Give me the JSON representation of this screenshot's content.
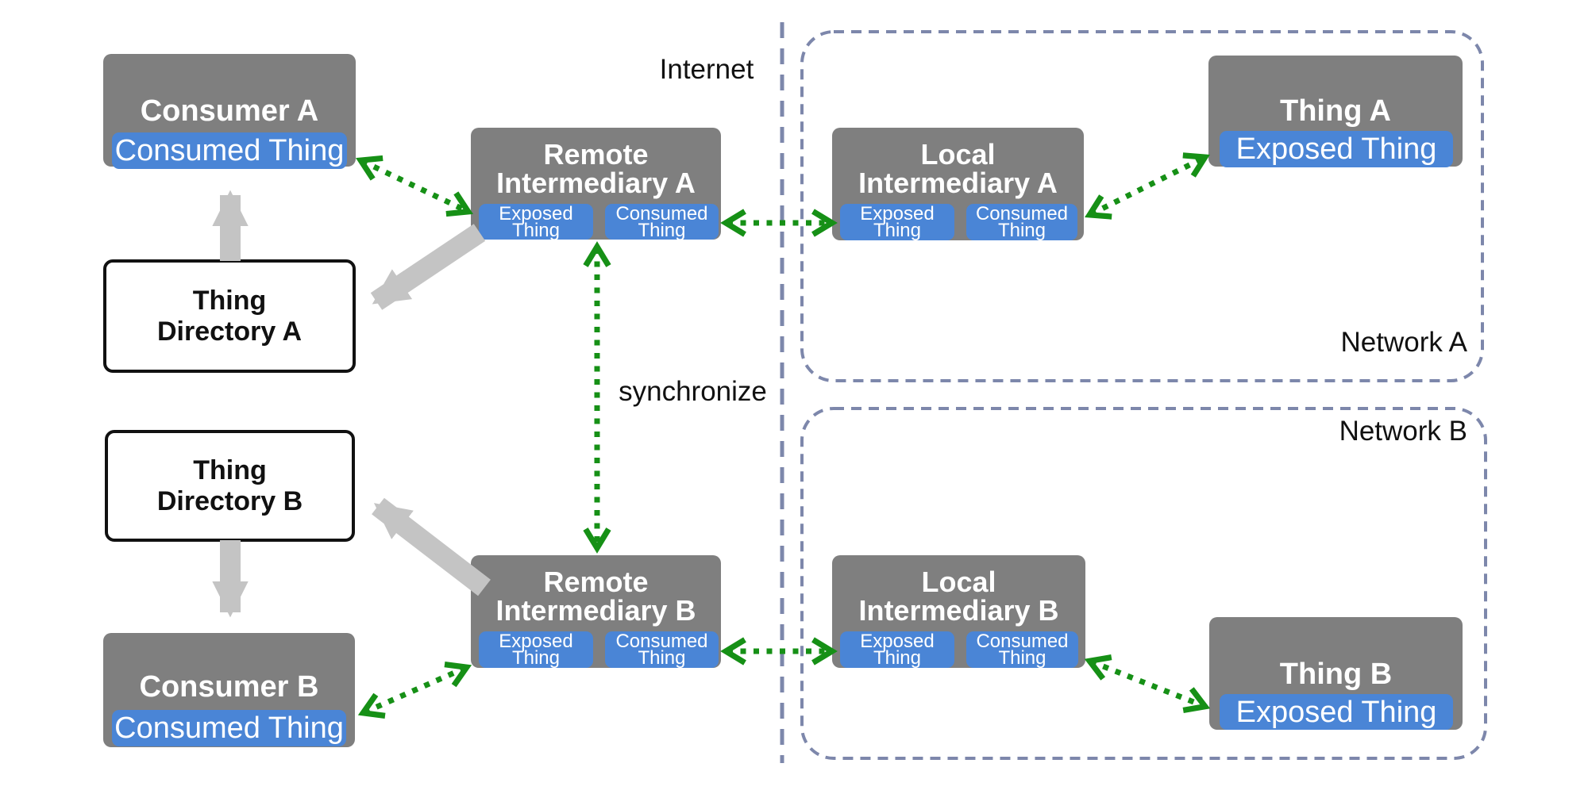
{
  "colors": {
    "box_gray": "#7f7f7f",
    "thing_blue": "#4a85d6",
    "arrow_green": "#169016",
    "arrow_gray": "#c4c4c4",
    "network_dash_slate": "#7d87ab",
    "directory_border": "#111111"
  },
  "labels": {
    "internet": "Internet",
    "synchronize": "synchronize"
  },
  "networks": {
    "a": {
      "label": "Network A"
    },
    "b": {
      "label": "Network B"
    }
  },
  "nodes": {
    "consumer_a": {
      "title": "Consumer A",
      "consumed_thing": "Consumed Thing"
    },
    "consumer_b": {
      "title": "Consumer B",
      "consumed_thing": "Consumed Thing"
    },
    "thing_directory_a": {
      "title_lines": [
        "Thing",
        "Directory A"
      ]
    },
    "thing_directory_b": {
      "title_lines": [
        "Thing",
        "Directory B"
      ]
    },
    "remote_intermediary_a": {
      "title_lines": [
        "Remote",
        "Intermediary A"
      ],
      "exposed": [
        "Exposed",
        "Thing"
      ],
      "consumed": [
        "Consumed",
        "Thing"
      ]
    },
    "remote_intermediary_b": {
      "title_lines": [
        "Remote",
        "Intermediary B"
      ],
      "exposed": [
        "Exposed",
        "Thing"
      ],
      "consumed": [
        "Consumed",
        "Thing"
      ]
    },
    "local_intermediary_a": {
      "title_lines": [
        "Local",
        "Intermediary A"
      ],
      "exposed": [
        "Exposed",
        "Thing"
      ],
      "consumed": [
        "Consumed",
        "Thing"
      ]
    },
    "local_intermediary_b": {
      "title_lines": [
        "Local",
        "Intermediary B"
      ],
      "exposed": [
        "Exposed",
        "Thing"
      ],
      "consumed": [
        "Consumed",
        "Thing"
      ]
    },
    "thing_a": {
      "title": "Thing A",
      "exposed_thing": "Exposed Thing"
    },
    "thing_b": {
      "title": "Thing B",
      "exposed_thing": "Exposed Thing"
    }
  },
  "connections": [
    {
      "from": "consumer_a.consumed_thing",
      "to": "remote_intermediary_a.exposed_thing",
      "style": "green-dotted",
      "bidirectional": true
    },
    {
      "from": "remote_intermediary_a.consumed_thing",
      "to": "local_intermediary_a.exposed_thing",
      "style": "green-dotted",
      "bidirectional": true
    },
    {
      "from": "local_intermediary_a.consumed_thing",
      "to": "thing_a.exposed_thing",
      "style": "green-dotted",
      "bidirectional": true
    },
    {
      "from": "remote_intermediary_a",
      "to": "remote_intermediary_b",
      "style": "green-dotted",
      "bidirectional": true,
      "label": "synchronize"
    },
    {
      "from": "consumer_b.consumed_thing",
      "to": "remote_intermediary_b.exposed_thing",
      "style": "green-dotted",
      "bidirectional": true
    },
    {
      "from": "remote_intermediary_b.consumed_thing",
      "to": "local_intermediary_b.exposed_thing",
      "style": "green-dotted",
      "bidirectional": true
    },
    {
      "from": "local_intermediary_b.consumed_thing",
      "to": "thing_b.exposed_thing",
      "style": "green-dotted",
      "bidirectional": true
    },
    {
      "from": "thing_directory_a",
      "to": "consumer_a",
      "style": "gray-solid",
      "bidirectional": false
    },
    {
      "from": "remote_intermediary_a",
      "to": "thing_directory_a",
      "style": "gray-solid",
      "bidirectional": false
    },
    {
      "from": "thing_directory_b",
      "to": "consumer_b",
      "style": "gray-solid",
      "bidirectional": false
    },
    {
      "from": "remote_intermediary_b",
      "to": "thing_directory_b",
      "style": "gray-solid",
      "bidirectional": false
    }
  ]
}
